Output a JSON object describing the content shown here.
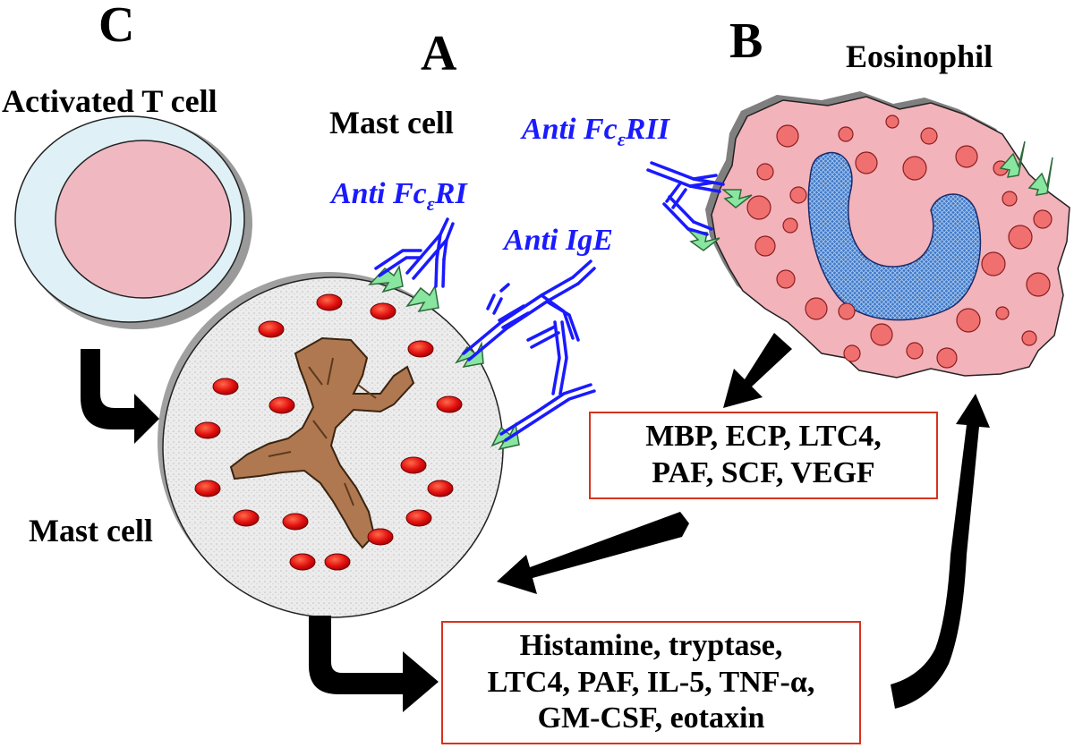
{
  "panels": {
    "a": "A",
    "b": "B",
    "c": "C"
  },
  "labels": {
    "activated_t_cell": "Activated T cell",
    "mast_cell_top": "Mast cell",
    "mast_cell_left": "Mast cell",
    "eosinophil": "Eosinophil"
  },
  "antibodies": {
    "anti_fceri": {
      "prefix": "Anti Fc",
      "sub": "ε",
      "suffix": "RI"
    },
    "anti_fcerii": {
      "prefix": "Anti Fc",
      "sub": "ε",
      "suffix": "RII"
    },
    "anti_ige": "Anti IgE"
  },
  "eosinophil_mediators": [
    "MBP, ECP,  LTC4,",
    "PAF, SCF, VEGF"
  ],
  "mast_cell_mediators": [
    "Histamine, tryptase,",
    "LTC4, PAF, IL-5, TNF-α,",
    "GM-CSF, eotaxin"
  ],
  "colors": {
    "antibody": "#1a1aff",
    "granule": "#e01010",
    "eos_granule": "#f07070",
    "eos_body": "#f3b3bb",
    "eos_nucleus": "#3f78c8",
    "mast_body": "#ececec",
    "mast_nucleus": "#b07850",
    "receptor": "#88e6a0",
    "box_border": "#d8321e",
    "t_cell_outer": "#dff0f6",
    "t_cell_inner": "#f0b9c2"
  }
}
